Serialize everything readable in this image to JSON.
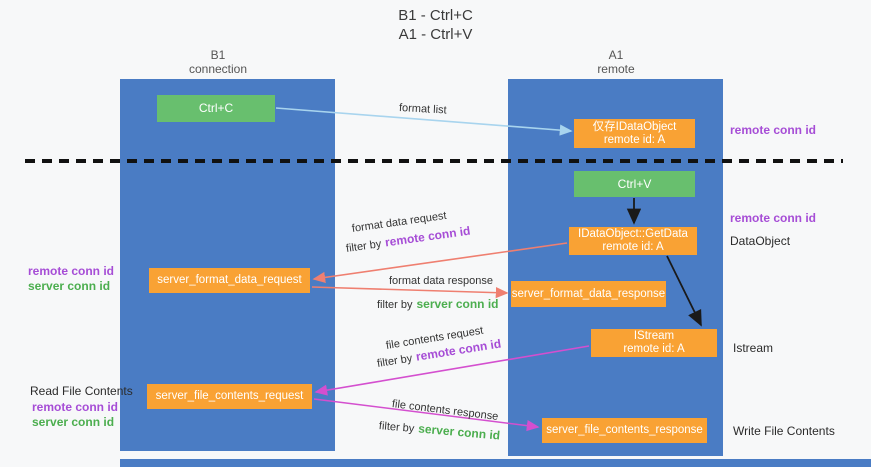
{
  "title": {
    "line1": "B1 - Ctrl+C",
    "line2": "A1 - Ctrl+V"
  },
  "lifelines": {
    "left": {
      "name": "B1",
      "sub": "connection"
    },
    "right": {
      "name": "A1",
      "sub": "remote"
    }
  },
  "boxes": {
    "ctrl_c": {
      "label": "Ctrl+C"
    },
    "ctrl_v": {
      "label": "Ctrl+V"
    },
    "clipboard_object": {
      "line1": "仅存IDataObject",
      "line2": "remote id: A"
    },
    "getdata": {
      "line1": "IDataObject::GetData",
      "line2": "remote id: A"
    },
    "istream": {
      "line1": "IStream",
      "line2": "remote id: A"
    },
    "format_request": {
      "label": "server_format_data_request"
    },
    "format_response": {
      "label": "server_format_data_response"
    },
    "file_request": {
      "label": "server_file_contents_request"
    },
    "file_response": {
      "label": "server_file_contents_response"
    }
  },
  "flow_labels": {
    "format_list": "format list",
    "format_data_request": "format data request",
    "format_data_response": "format data response",
    "file_contents_request": "file contents request",
    "file_contents_response": "file contents response",
    "filter_by": "filter by",
    "remote_conn_id": "remote conn id",
    "server_conn_id": "server conn id"
  },
  "side_labels": {
    "remote_conn_id": "remote conn id",
    "server_conn_id": "server conn id",
    "dataobject": "DataObject",
    "istream": "Istream",
    "read_file_contents": "Read File Contents",
    "write_file_contents": "Write File Contents"
  },
  "colors": {
    "lane_blue": "#4a7cc4",
    "box_orange": "#f9a234",
    "box_green": "#68bf6e",
    "label_purple": "#a64dd6",
    "label_green": "#4cae4f",
    "arrow_red": "#ef7f70",
    "arrow_magenta": "#d44fcf",
    "arrow_lightblue": "#a8d4ee",
    "arrow_black": "#1a1a1a"
  }
}
